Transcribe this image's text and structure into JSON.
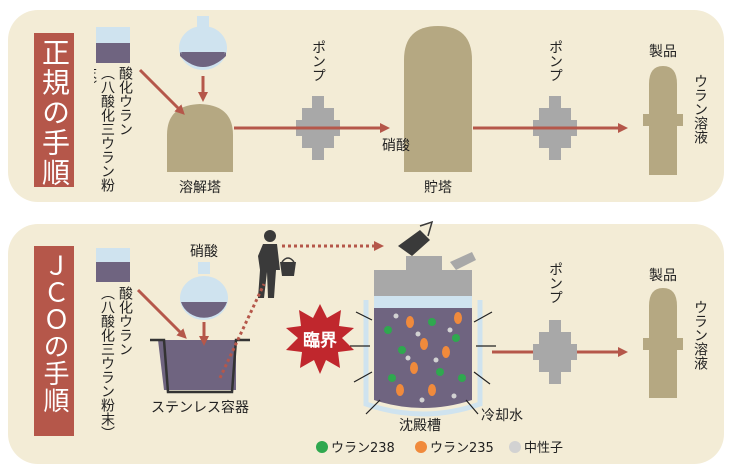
{
  "colors": {
    "panel_bg": "#f3ecd6",
    "title_tab": "#b5574a",
    "tank": "#b5a882",
    "pump": "#a8a8a8",
    "arrow": "#b5574a",
    "liquid": "#6f6480",
    "glass": "#cfe3ef",
    "critical": "#c0272d",
    "uranium238": "#2fa84f",
    "uranium235": "#f08a3c",
    "neutron": "#d2d2d2"
  },
  "top": {
    "title": "正規の手順",
    "powder_label": "酸化ウラン",
    "powder_note": "（八酸化三ウラン粉末）",
    "dissolver_label": "溶解塔",
    "pump1_label": "ポンプ",
    "acid_label": "硝酸",
    "storage_label": "貯塔",
    "pump2_label": "ポンプ",
    "product_label": "製品",
    "solution_label": "ウラン溶液"
  },
  "bottom": {
    "title": "ＪＣＯの手順",
    "acid_label": "硝酸",
    "powder_label": "酸化ウラン",
    "powder_note": "（八酸化三ウラン粉末）",
    "bucket_label": "ステンレス容器",
    "critical_label": "臨界",
    "tank_label": "沈殿槽",
    "coolant_label": "冷却水",
    "pump_label": "ポンプ",
    "product_label": "製品",
    "solution_label": "ウラン溶液"
  },
  "legend": [
    {
      "label": "ウラン238",
      "color": "#2fa84f"
    },
    {
      "label": "ウラン235",
      "color": "#f08a3c"
    },
    {
      "label": "中性子",
      "color": "#d2d2d2"
    }
  ],
  "icons": [
    "person-icon",
    "bucket-icon",
    "pouring-pitcher-icon",
    "critical-burst-icon"
  ]
}
